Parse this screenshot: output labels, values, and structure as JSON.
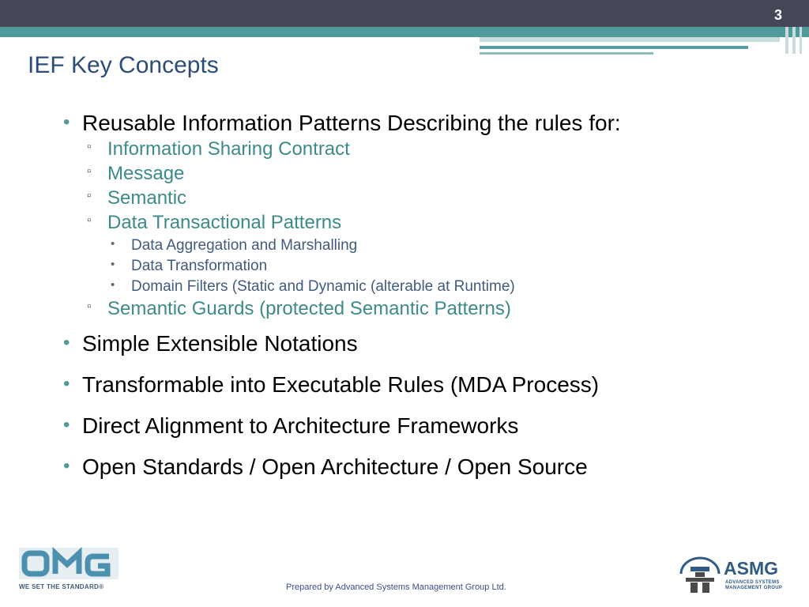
{
  "slide": {
    "number": "3",
    "title": "IEF Key Concepts",
    "footer": "Prepared by Advanced Systems Management Group Ltd."
  },
  "bullets": {
    "b1": "Reusable Information Patterns Describing the rules for:",
    "b1_sub": [
      "Information Sharing Contract",
      "Message",
      "Semantic",
      "Data Transactional Patterns"
    ],
    "b1_sub4_items": [
      "Data Aggregation and Marshalling",
      "Data Transformation",
      "Domain Filters (Static and Dynamic (alterable at Runtime)"
    ],
    "b1_sub5": "Semantic Guards (protected Semantic Patterns)",
    "b2": "Simple Extensible Notations",
    "b3": "Transformable into Executable Rules (MDA Process)",
    "b4": "Direct Alignment to Architecture Frameworks",
    "b5": "Open Standards / Open Architecture / Open Source"
  },
  "logos": {
    "omg_tagline": "WE SET THE STANDARD®",
    "asmg_word": "ASMG",
    "asmg_sub_1": "ADVANCED SYSTEMS",
    "asmg_sub_2": "MANAGEMENT GROUP"
  },
  "colors": {
    "header_bar": "#464659",
    "accent_teal": "#4f9a9a",
    "title_blue": "#2c4d78"
  }
}
